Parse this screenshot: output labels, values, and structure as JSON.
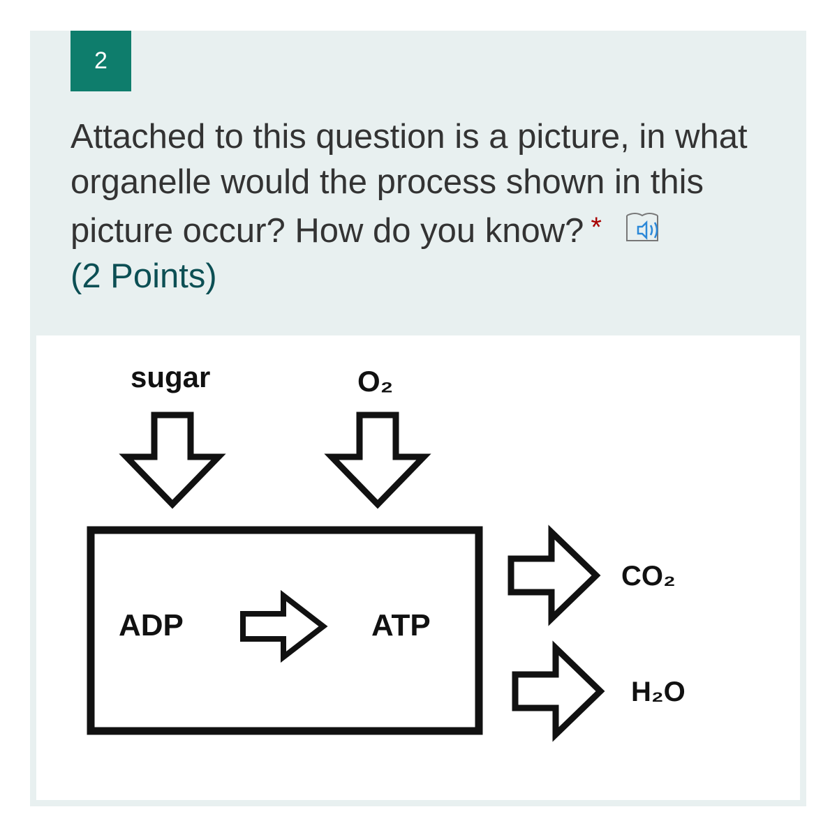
{
  "question": {
    "number": "2",
    "text": "Attached to this question is a picture, in what organelle would the process shown in this picture occur? How do you know?",
    "required_marker": "*",
    "points": "(2 Points)",
    "reader_icon": "immersive-reader-icon"
  },
  "figure": {
    "inputs": [
      "sugar",
      "O₂"
    ],
    "process_left": "ADP",
    "process_right": "ATP",
    "outputs": [
      "CO₂",
      "H₂O"
    ],
    "icon_arrow": "hollow-arrow-icon",
    "colors": {
      "accent": "#0e7d6c",
      "card_bg": "#e8f0f0",
      "required": "#a80000",
      "points": "#0c4f54",
      "reader_icon": "#2b88d8"
    }
  }
}
